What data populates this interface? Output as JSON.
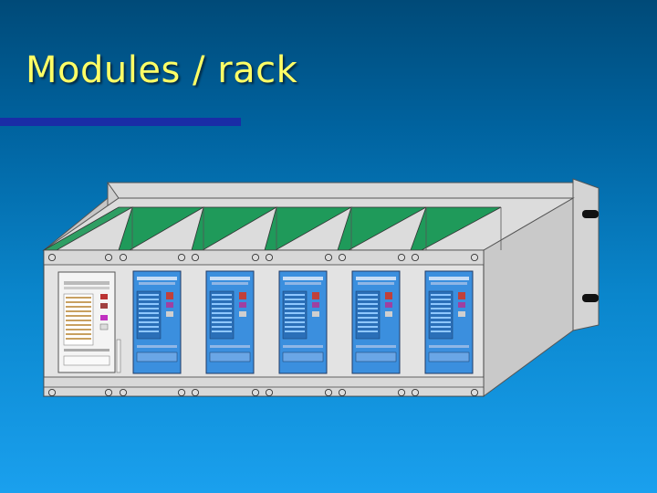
{
  "slide": {
    "title": "Modules / rack"
  },
  "colors": {
    "title": "#ffff66",
    "accent_rule": "#1a2ca6",
    "rack_body": "#d6d6d6",
    "module_blue": "#3b8fde",
    "divider_green": "#1f9a5a"
  },
  "rack": {
    "occupied_slots": 6,
    "controller_module": "white-panel",
    "io_modules": 5
  }
}
